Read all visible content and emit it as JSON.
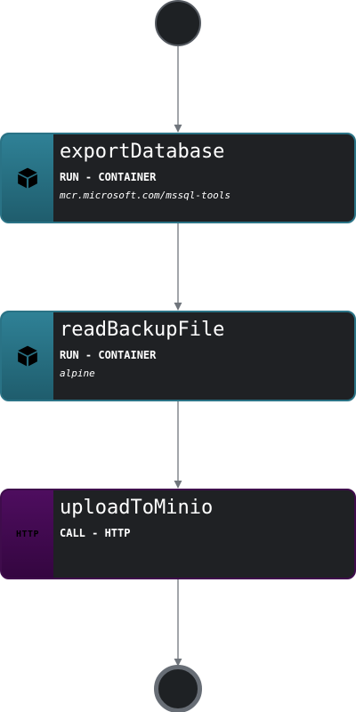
{
  "workflow": {
    "tasks": [
      {
        "id": "exportDatabase",
        "title": "exportDatabase",
        "kind": "RUN - CONTAINER",
        "detail": "mcr.microsoft.com/mssql-tools",
        "icon": "container-cube-icon",
        "band_color": "#2a7386"
      },
      {
        "id": "readBackupFile",
        "title": "readBackupFile",
        "kind": "RUN - CONTAINER",
        "detail": "alpine",
        "icon": "container-cube-icon",
        "band_color": "#2a7386"
      },
      {
        "id": "uploadToMinio",
        "title": "uploadToMinio",
        "kind": "CALL - HTTP",
        "type_tag": "HTTP",
        "icon": "http-tag-icon",
        "band_color": "#3f0c4c"
      }
    ]
  },
  "colors": {
    "node_background": "#1f2124",
    "edge": "#6f757c",
    "event_fill": "#1e2124"
  }
}
